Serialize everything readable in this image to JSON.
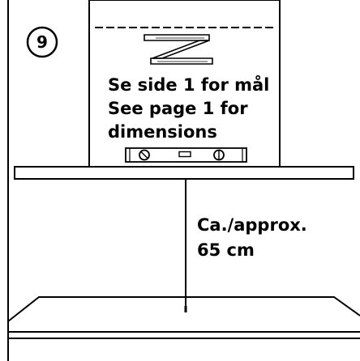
{
  "step": {
    "number": "9"
  },
  "instructions": {
    "line1": "Se side 1 for mål",
    "line2": "See page 1 for",
    "line3": "dimensions"
  },
  "measurement": {
    "line1": "Ca./approx.",
    "line2": "65 cm"
  },
  "colors": {
    "stroke": "#000000",
    "background": "#ffffff"
  },
  "icons": {
    "ruler": "folding-ruler-icon",
    "level": "spirit-level-icon"
  }
}
